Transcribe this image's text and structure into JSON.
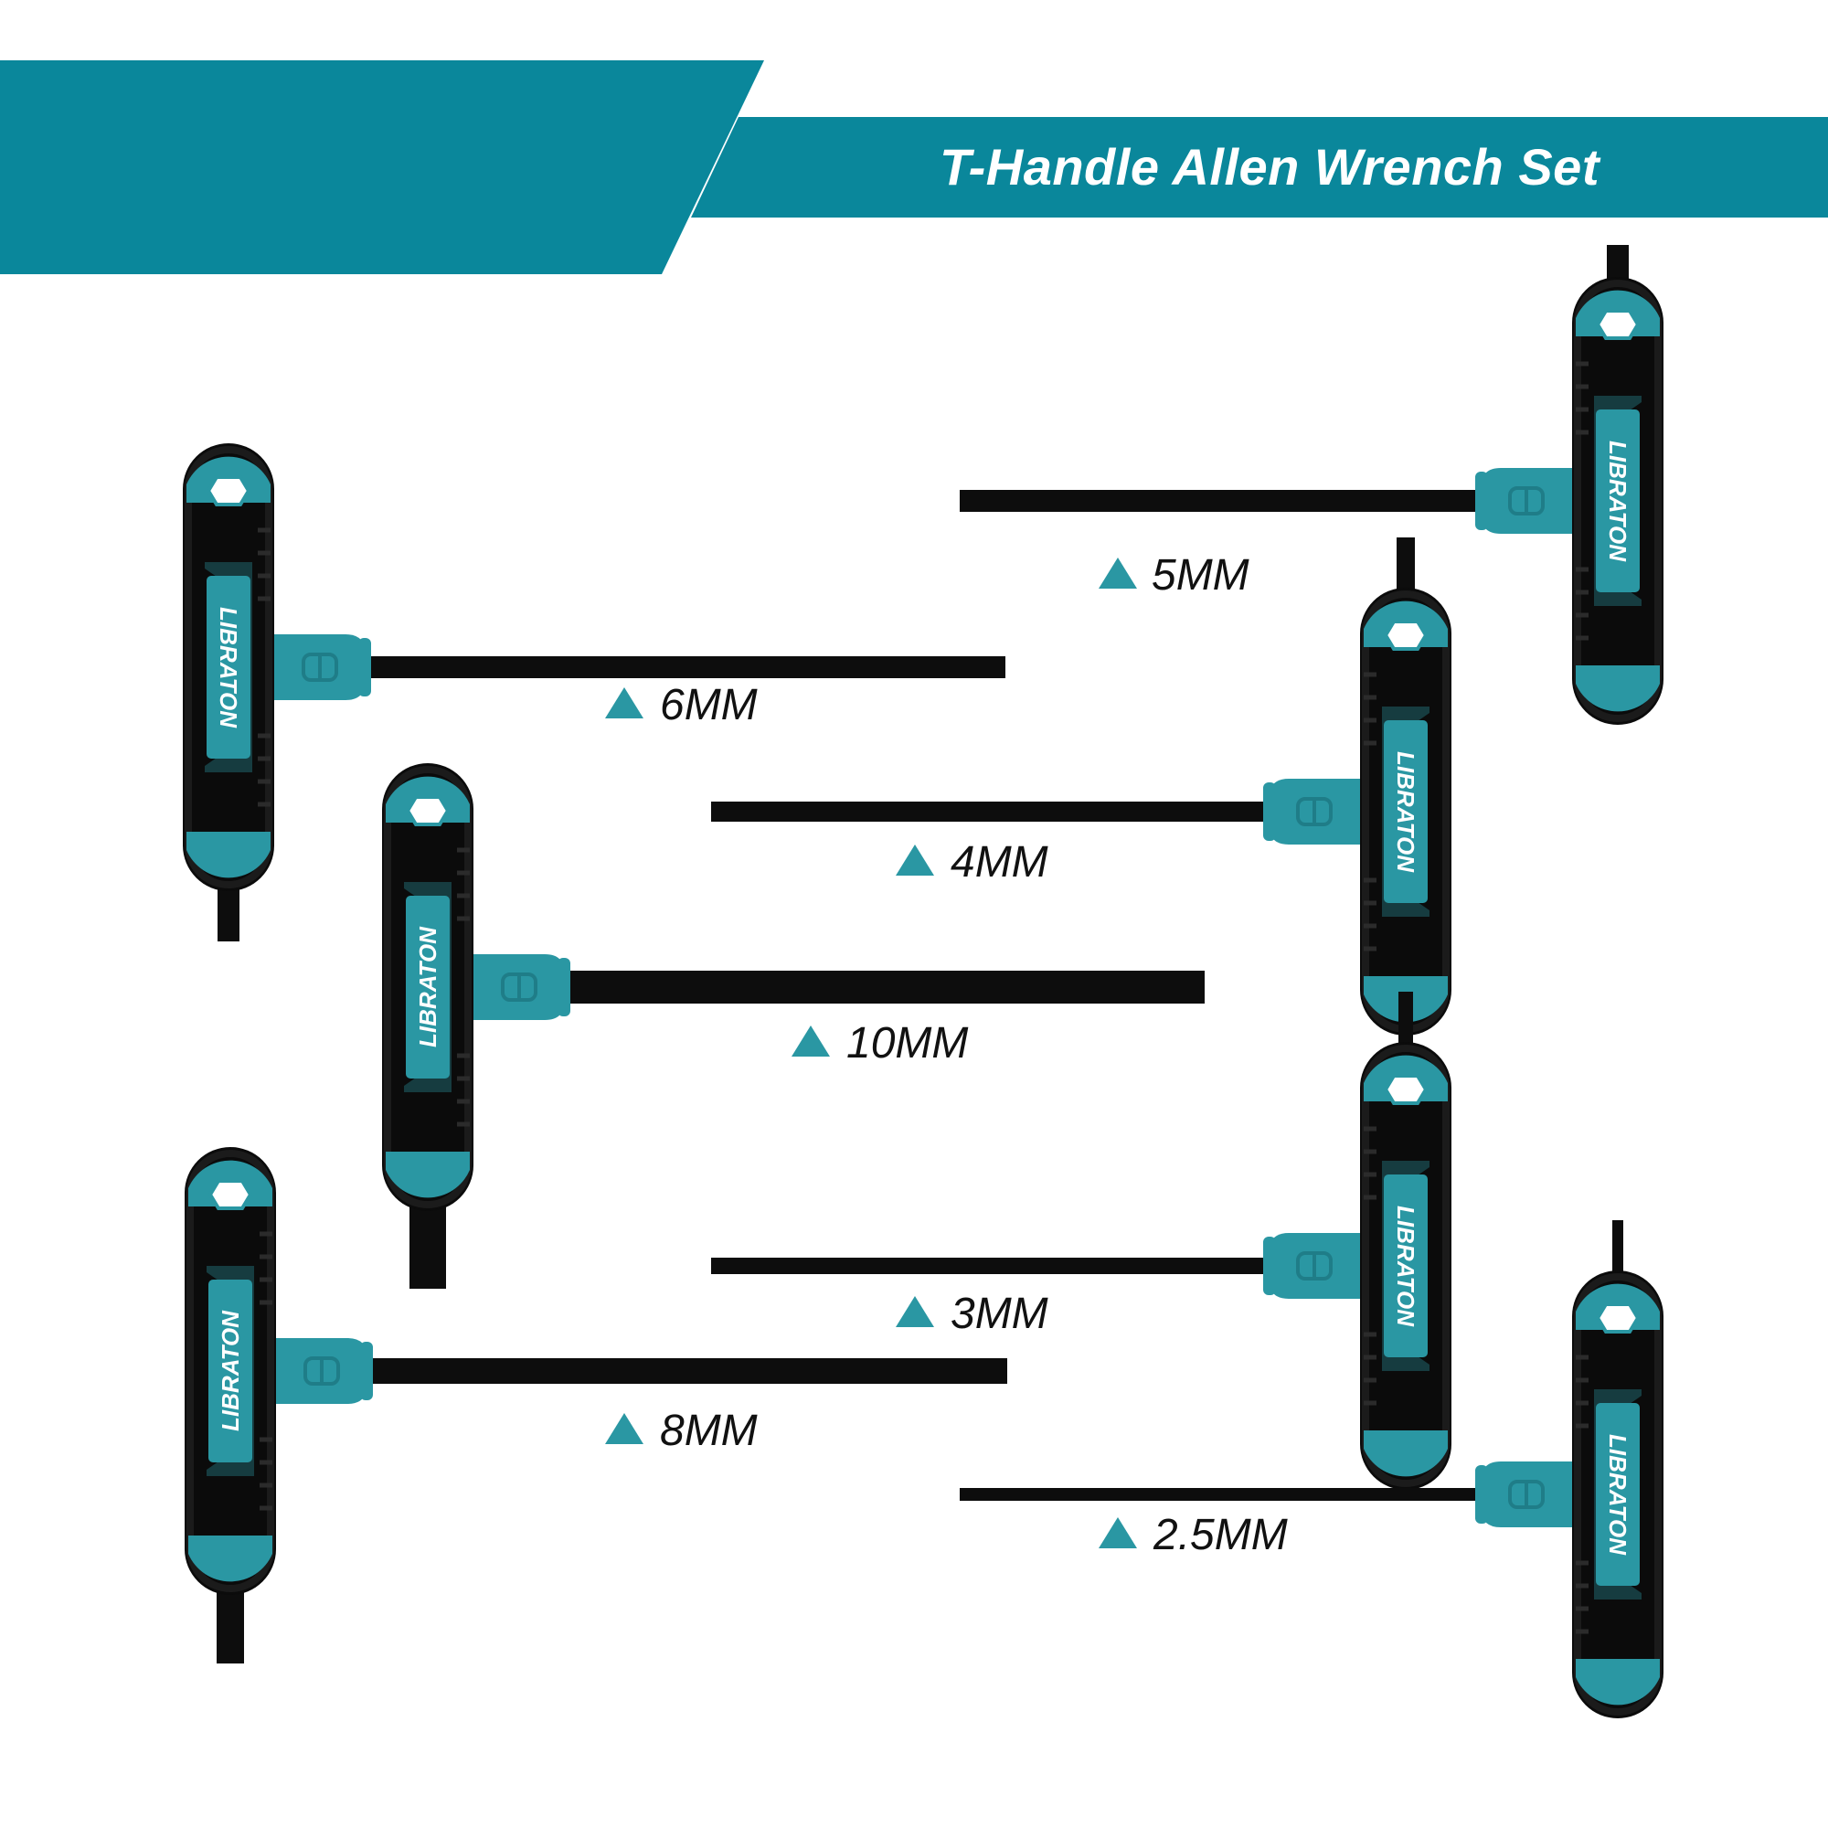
{
  "banner": {
    "title": "T-Handle Allen Wrench Set",
    "color": "#0a879b"
  },
  "brand": {
    "name": "LIBRATON",
    "accent": "#2a97a3"
  },
  "wrenches": [
    {
      "size": "5MM"
    },
    {
      "size": "6MM"
    },
    {
      "size": "4MM"
    },
    {
      "size": "10MM"
    },
    {
      "size": "3MM"
    },
    {
      "size": "8MM"
    },
    {
      "size": "2.5MM"
    }
  ]
}
